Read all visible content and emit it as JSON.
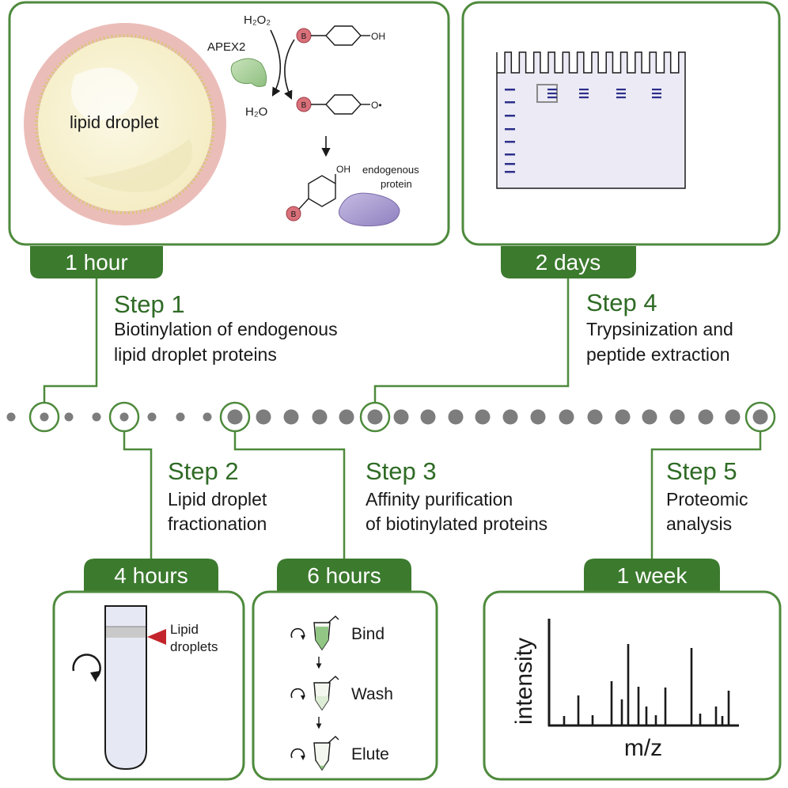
{
  "colors": {
    "green_dark": "#3c7a2e",
    "green_line": "#4e8a3c",
    "step_text": "#2f6b25",
    "dot_gray": "#7a7a7a",
    "biotin_pink": "#d9707a",
    "droplet_rim": "#e9b8b6",
    "droplet_fill": "#faf5d8",
    "gel_fill": "#ebeaf5",
    "band_blue": "#2c2f8a",
    "protein_purple": "#a99ad0",
    "apex_green": "#a9cf9a",
    "arrow_red": "#c3242b"
  },
  "timeline_tabs": {
    "step1": "1 hour",
    "step4": "2 days",
    "step2": "4 hours",
    "step3": "6 hours",
    "step5": "1 week"
  },
  "steps": [
    {
      "title": "Step 1",
      "desc1": "Biotinylation of endogenous",
      "desc2": "lipid droplet proteins"
    },
    {
      "title": "Step 2",
      "desc1": "Lipid droplet",
      "desc2": "fractionation"
    },
    {
      "title": "Step 3",
      "desc1": "Affinity purification",
      "desc2": "of biotinylated proteins"
    },
    {
      "title": "Step 4",
      "desc1": "Trypsinization and",
      "desc2": "peptide extraction"
    },
    {
      "title": "Step 5",
      "desc1": "Proteomic",
      "desc2": "analysis"
    }
  ],
  "panel_step1": {
    "droplet_label": "lipid droplet",
    "h2o2": "H₂O₂",
    "h2o": "H₂O",
    "enzyme": "APEX2",
    "biotin_letter": "B",
    "oh": "OH",
    "oxy_radical": "O•",
    "product_oh": "OH",
    "protein_label_1": "endogenous",
    "protein_label_2": "protein"
  },
  "panel_step2": {
    "label_1": "Lipid",
    "label_2": "droplets"
  },
  "panel_step3": {
    "actions": [
      "Bind",
      "Wash",
      "Elute"
    ]
  },
  "panel_step5": {
    "ylabel": "intensity",
    "xlabel": "m/z"
  }
}
